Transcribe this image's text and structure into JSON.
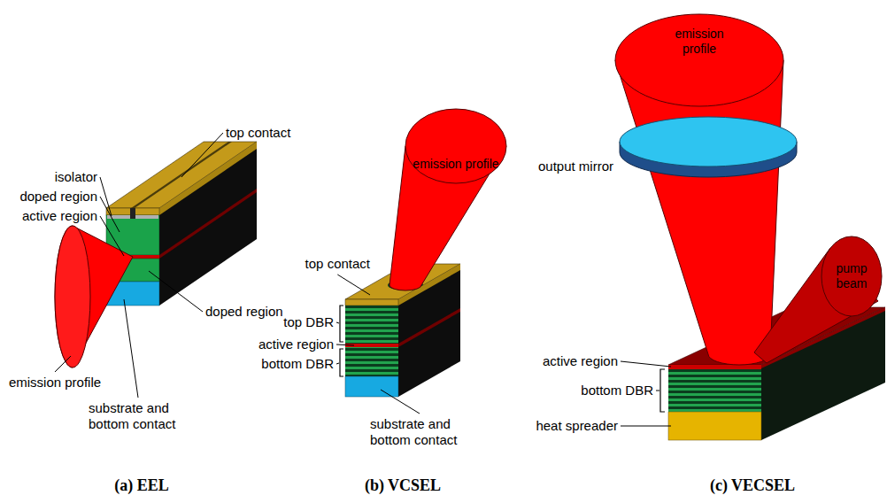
{
  "diagram": {
    "nodes": [
      {
        "text": [
          "emission profile"
        ]
      },
      {
        "text": [
          "emission profile"
        ]
      },
      {
        "text": [
          "pump beam"
        ]
      }
    ],
    "labels": [
      "top contact",
      "isolator",
      "doped region",
      "active region",
      "emission profile",
      "doped region",
      "substrate and bottom contact",
      "top contact",
      "top DBR",
      "active region",
      "bottom DBR",
      "substrate and bottom contact",
      "output mirror",
      "active region",
      "bottom DBR",
      "heat spreader",
      "(a) EEL",
      "(b) VCSEL",
      "(c) VECSEL"
    ]
  }
}
